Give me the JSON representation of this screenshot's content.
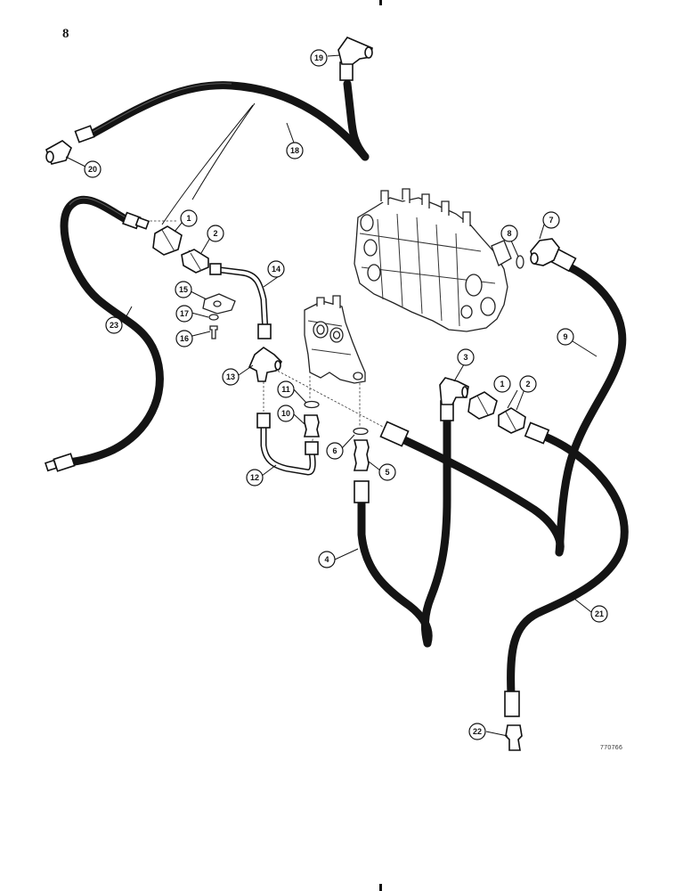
{
  "page_number": "8",
  "drawing_code": "770766",
  "callouts": [
    {
      "id": "c1a",
      "label": "1"
    },
    {
      "id": "c1b",
      "label": "1"
    },
    {
      "id": "c2a",
      "label": "2"
    },
    {
      "id": "c2b",
      "label": "2"
    },
    {
      "id": "c3",
      "label": "3"
    },
    {
      "id": "c4",
      "label": "4"
    },
    {
      "id": "c5",
      "label": "5"
    },
    {
      "id": "c6",
      "label": "6"
    },
    {
      "id": "c7",
      "label": "7"
    },
    {
      "id": "c8",
      "label": "8"
    },
    {
      "id": "c9",
      "label": "9"
    },
    {
      "id": "c10",
      "label": "10"
    },
    {
      "id": "c11",
      "label": "11"
    },
    {
      "id": "c12",
      "label": "12"
    },
    {
      "id": "c13",
      "label": "13"
    },
    {
      "id": "c14",
      "label": "14"
    },
    {
      "id": "c15",
      "label": "15"
    },
    {
      "id": "c16",
      "label": "16"
    },
    {
      "id": "c17",
      "label": "17"
    },
    {
      "id": "c18",
      "label": "18"
    },
    {
      "id": "c19",
      "label": "19"
    },
    {
      "id": "c20",
      "label": "20"
    },
    {
      "id": "c21",
      "label": "21"
    },
    {
      "id": "c22",
      "label": "22"
    },
    {
      "id": "c23",
      "label": "23"
    }
  ]
}
